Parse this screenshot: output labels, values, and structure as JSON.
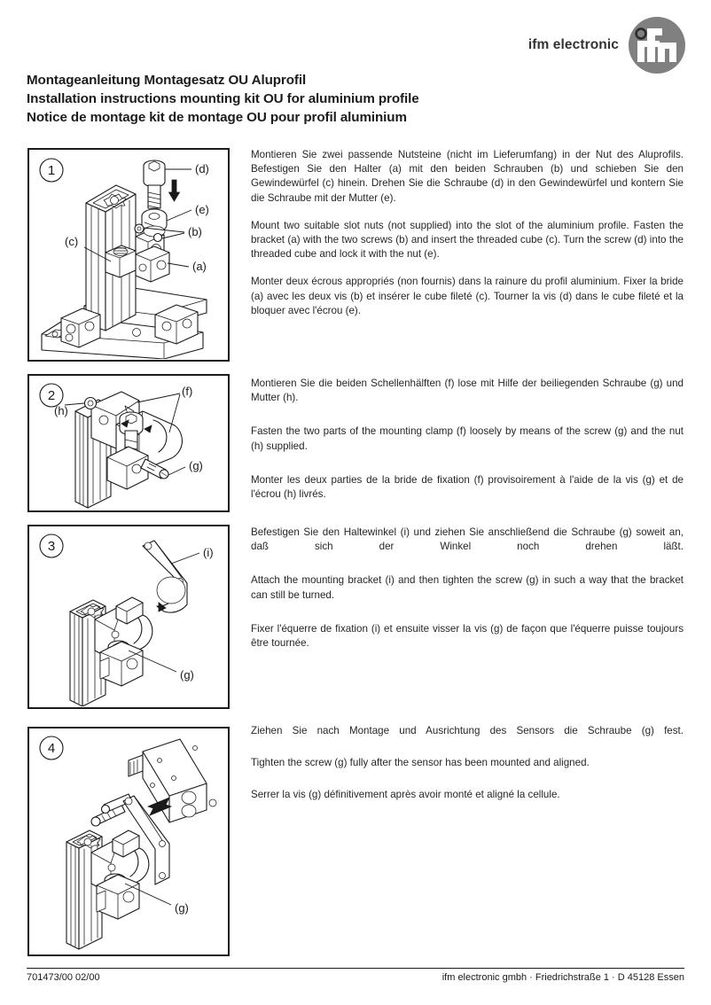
{
  "brand": {
    "name": "ifm electronic",
    "logo_letters": "ifm",
    "logo_color": "#808080"
  },
  "titles": {
    "de": "Montageanleitung Montagesatz OU Aluprofil",
    "en": "Installation instructions mounting kit OU for aluminium profile",
    "fr": "Notice de montage kit de montage OU pour profil aluminium"
  },
  "steps": [
    {
      "number": "1",
      "callouts": [
        "(a)",
        "(b)",
        "(c)",
        "(d)",
        "(e)"
      ],
      "de": "Montieren Sie zwei passende Nutsteine (nicht im Lieferumfang) in der Nut des Aluprofils. Befestigen Sie den Halter (a) mit den beiden Schrauben (b) und schieben Sie den Gewindewürfel (c) hinein. Drehen Sie die Schraube (d) in den Gewindewürfel und kontern Sie die Schraube mit der Mutter (e).",
      "en": "Mount two suitable slot nuts (not supplied) into the slot of the aluminium profile. Fasten the bracket (a) with the two screws (b) and insert the threaded cube (c). Turn the screw (d) into the threaded cube and lock it with the nut (e).",
      "fr": "Monter deux écrous appropriés (non fournis) dans la rainure du profil aluminium. Fixer la bride (a) avec les deux vis (b) et insérer le cube fileté (c). Tourner la vis (d) dans le cube fileté et la bloquer avec l'écrou (e)."
    },
    {
      "number": "2",
      "callouts": [
        "(f)",
        "(g)",
        "(h)"
      ],
      "de": "Montieren Sie die beiden Schellenhälften (f) lose mit Hilfe der beiliegenden Schraube (g) und Mutter (h).",
      "en": "Fasten the two parts of the mounting clamp (f) loosely by means of the screw (g) and the nut (h) supplied.",
      "fr": "Monter les deux parties de la bride de fixation (f) provisoirement à l'aide de la vis (g) et de l'écrou (h) livrés."
    },
    {
      "number": "3",
      "callouts": [
        "(i)",
        "(g)"
      ],
      "de": "Befestigen Sie den Haltewinkel (i) und ziehen Sie anschließend die Schraube (g) soweit an, daß sich der Winkel noch drehen läßt.",
      "en": "Attach the mounting bracket (i) and then tighten the screw (g) in such a way that the bracket can still be turned.",
      "fr": "Fixer l'équerre de fixation (i) et ensuite visser la vis (g) de façon que l'équerre puisse toujours être tournée."
    },
    {
      "number": "4",
      "callouts": [
        "(g)"
      ],
      "de": "Ziehen Sie nach Montage und Ausrichtung des Sensors die Schraube (g) fest.",
      "en": "Tighten the screw (g) fully after the sensor has been mounted and aligned.",
      "fr": "Serrer la vis (g) définitivement après avoir monté et aligné la cellule."
    }
  ],
  "footer": {
    "doc_number": "701473/00  02/00",
    "company_address": "ifm electronic gmbh · Friedrichstraße 1 ·  D 45128 Essen"
  }
}
